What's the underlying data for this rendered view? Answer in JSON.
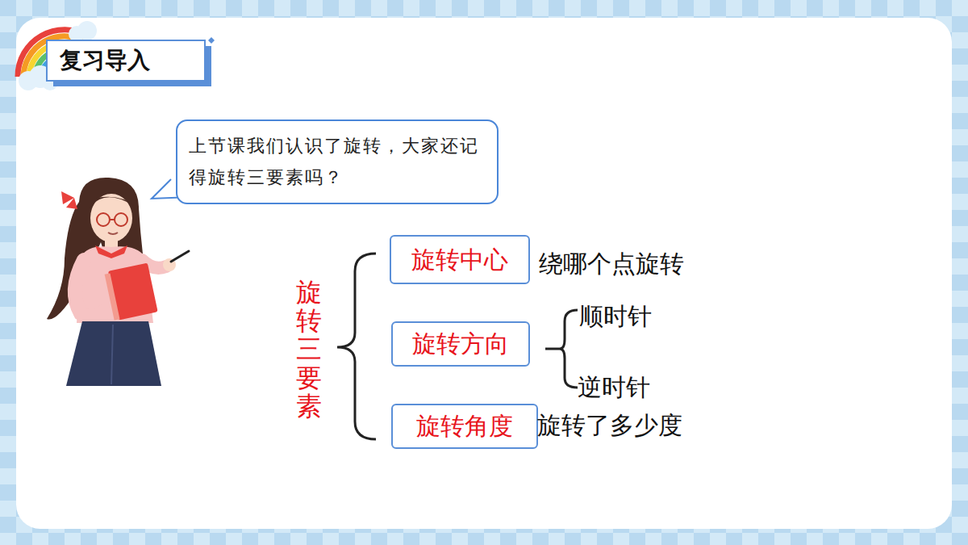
{
  "diagram": {
    "title": "复习导入",
    "nodes": [
      {
        "text": [
          "上节课我们认识了旋转，大家还记得旋转三要素吗？"
        ]
      },
      {
        "text": [
          "旋转中心"
        ]
      },
      {
        "text": [
          "旋转方向"
        ]
      },
      {
        "text": [
          "旋转角度"
        ]
      }
    ],
    "labels": [
      "旋转三要素",
      "绕哪个点旋转",
      "顺时针",
      "逆时针",
      "旋转了多少度"
    ]
  }
}
